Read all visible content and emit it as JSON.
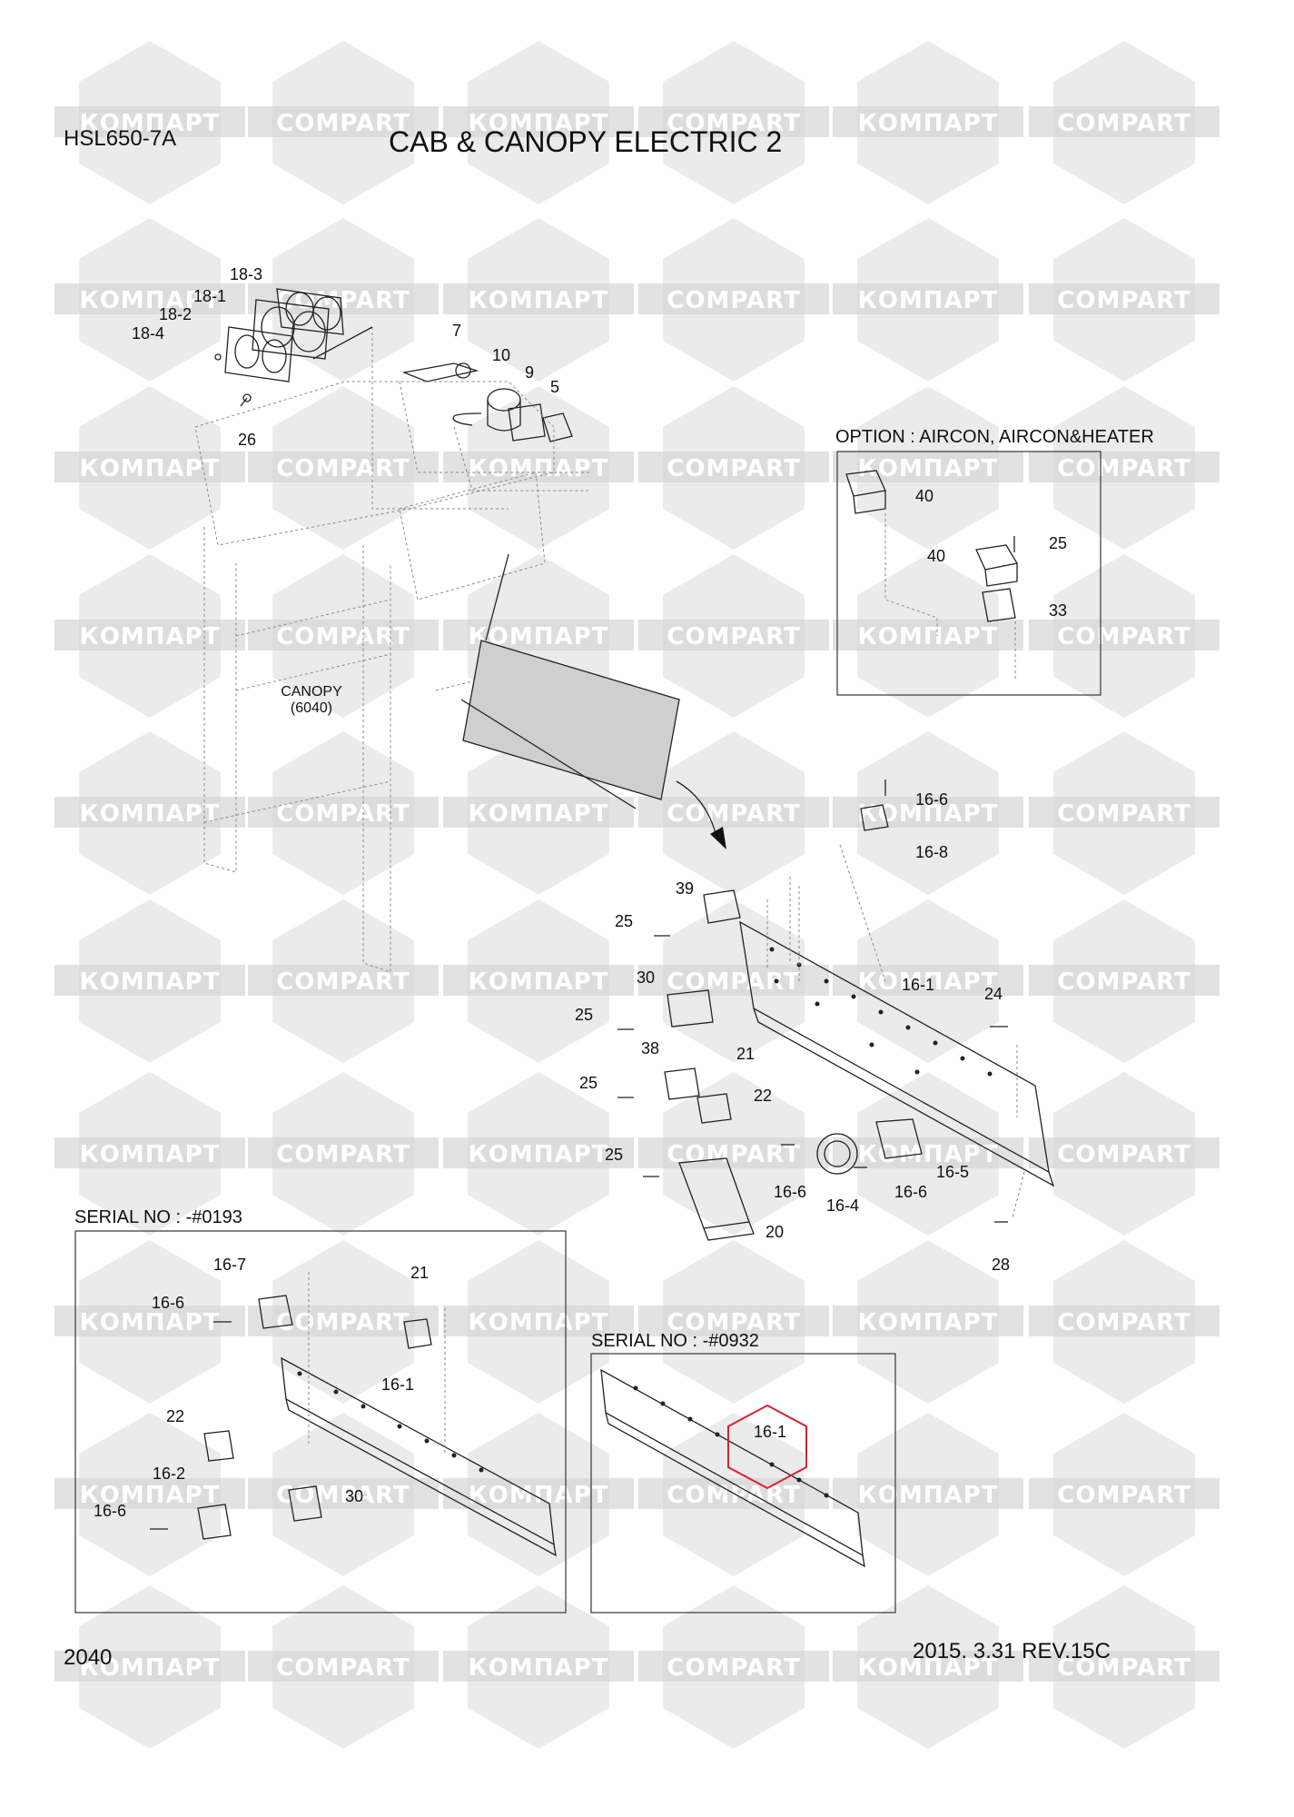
{
  "header": {
    "model": "HSL650-7A",
    "title": "CAB & CANOPY ELECTRIC 2"
  },
  "footer": {
    "page_number": "2040",
    "date_revision": "2015. 3.31  REV.15C"
  },
  "watermark": {
    "text_cyrillic": "КОМПАРТ",
    "text_latin": "COMPART"
  },
  "canopy": {
    "label": "CANOPY",
    "code": "(6040)"
  },
  "option_box": {
    "title": "OPTION : AIRCON, AIRCON&HEATER"
  },
  "serial_boxes": [
    {
      "title": "SERIAL NO : -#0193"
    },
    {
      "title": "SERIAL NO : -#0932"
    }
  ],
  "callouts": {
    "top": [
      "18-3",
      "18-1",
      "18-2",
      "18-4",
      "26",
      "7",
      "10",
      "9",
      "5"
    ],
    "option": [
      "40",
      "40",
      "25",
      "33"
    ],
    "main": [
      "16-6",
      "16-8",
      "39",
      "25",
      "30",
      "25",
      "38",
      "21",
      "25",
      "22",
      "16-1",
      "24",
      "25",
      "16-6",
      "16-4",
      "16-6",
      "16-5",
      "20",
      "28"
    ],
    "serial_0193": [
      "16-7",
      "16-6",
      "21",
      "16-1",
      "22",
      "16-2",
      "30",
      "16-6"
    ],
    "serial_0932": [
      "16-1"
    ]
  },
  "colors": {
    "highlight": "#d8232a",
    "watermark": "#dadada"
  }
}
